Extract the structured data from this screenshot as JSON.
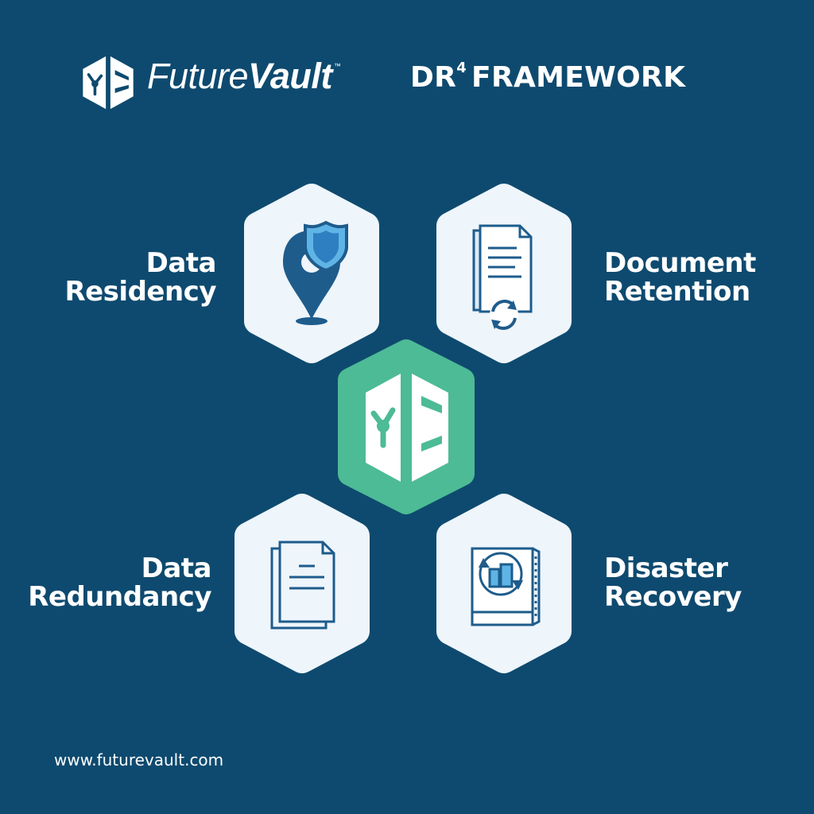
{
  "brand": {
    "name_part1": "Future",
    "name_part2": "Vault",
    "trademark": "™"
  },
  "title": {
    "prefix": "DR",
    "superscript": "4",
    "suffix": "FRAMEWORK"
  },
  "items": [
    {
      "line1": "Data",
      "line2": "Residency",
      "icon": "location-shield-icon"
    },
    {
      "line1": "Document",
      "line2": "Retention",
      "icon": "document-refresh-icon"
    },
    {
      "line1": "Data",
      "line2": "Redundancy",
      "icon": "documents-copy-icon"
    },
    {
      "line1": "Disaster",
      "line2": "Recovery",
      "icon": "recovery-book-icon"
    }
  ],
  "center": {
    "icon": "vault-icon"
  },
  "footer": {
    "url": "www.futurevault.com"
  },
  "colors": {
    "background": "#0e4a6f",
    "hex_fill": "#eef5fb",
    "center_hex": "#4dbb95",
    "icon_dark": "#1e5c8c",
    "icon_light": "#5fb4e6"
  }
}
